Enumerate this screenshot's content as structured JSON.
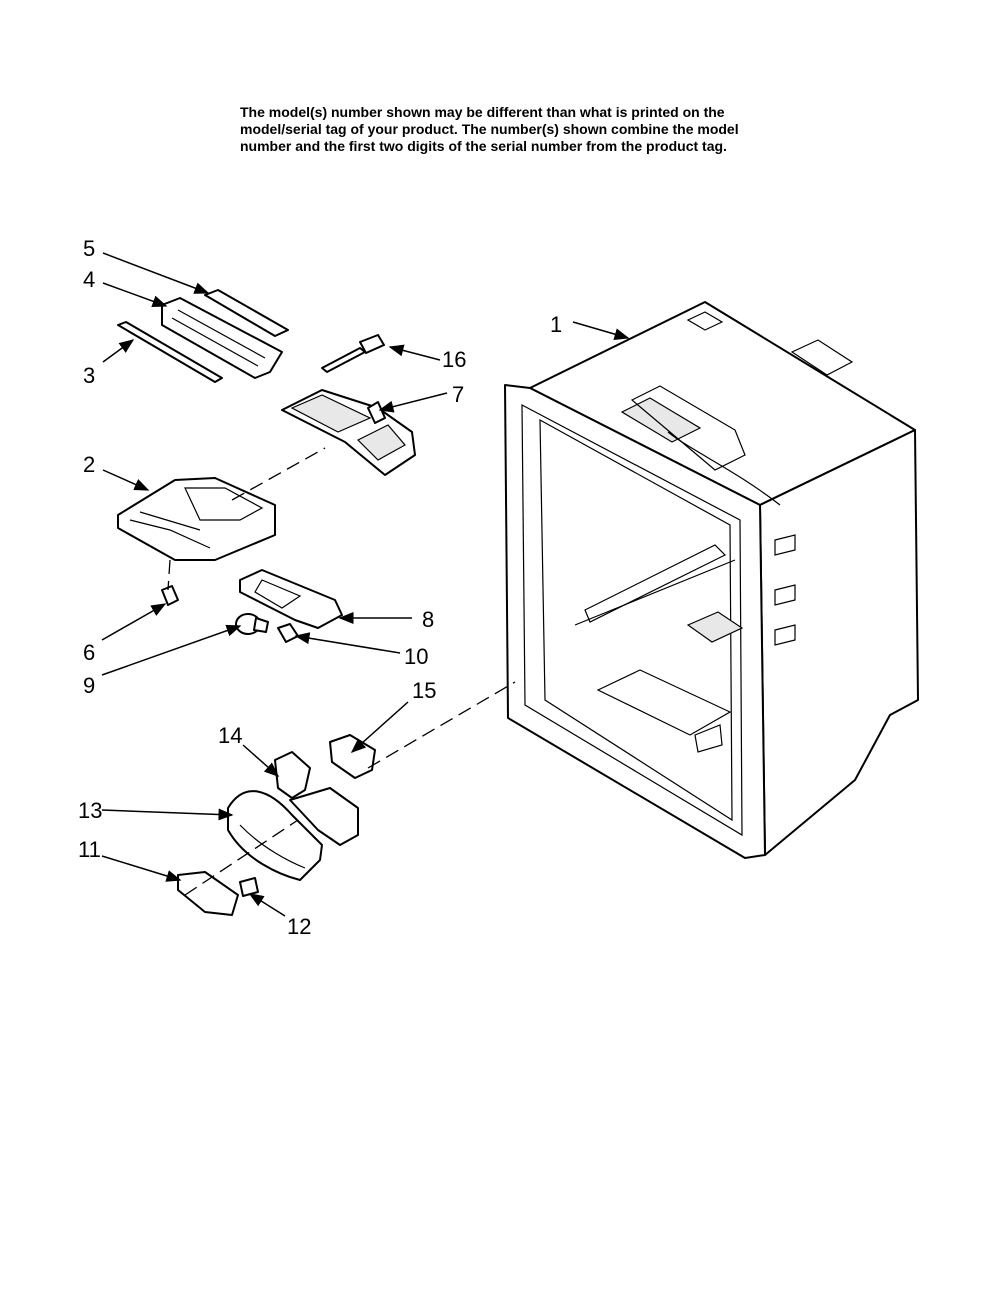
{
  "note": {
    "line1": "The model(s) number shown may be different than what is printed on the",
    "line2": "model/serial tag of your product. The number(s) shown combine the model",
    "line3": "number and the first two digits of the serial number from the product tag."
  },
  "callouts": {
    "c1": "1",
    "c2": "2",
    "c3": "3",
    "c4": "4",
    "c5": "5",
    "c6": "6",
    "c7": "7",
    "c8": "8",
    "c9": "9",
    "c10": "10",
    "c11": "11",
    "c12": "12",
    "c13": "13",
    "c14": "14",
    "c15": "15",
    "c16": "16"
  }
}
